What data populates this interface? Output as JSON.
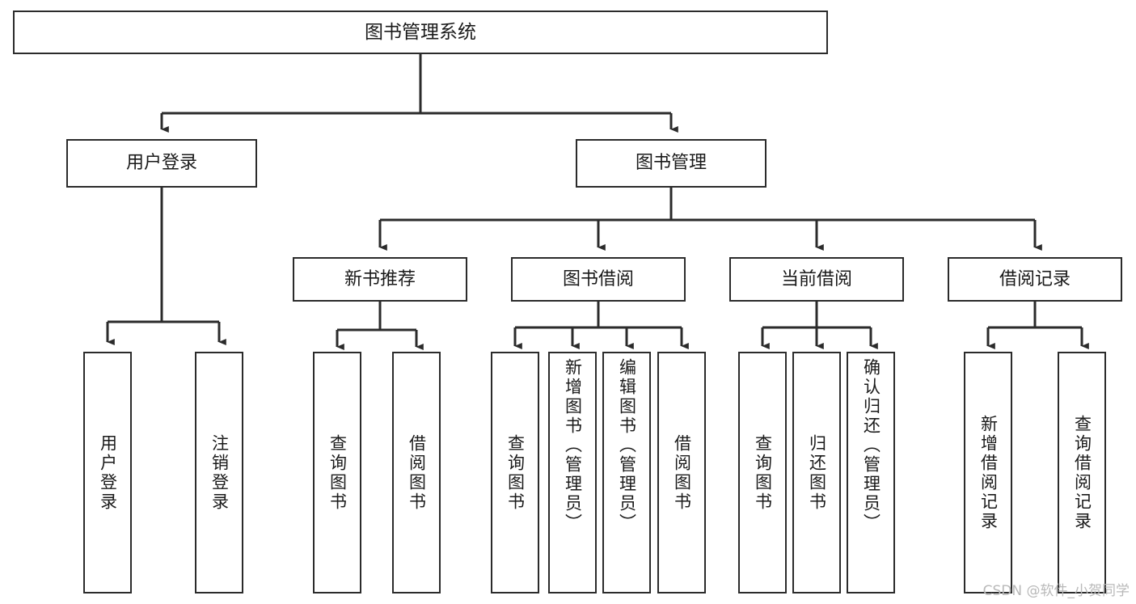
{
  "diagram": {
    "title": "图书管理系统",
    "type": "tree",
    "watermark": "CSDN @软件_小贺同学",
    "colors": {
      "stroke": "#2b2b2b",
      "fill": "#ffffff",
      "text": "#1a1a1a",
      "watermark": "#b9b9b9"
    },
    "nodes": {
      "root": {
        "label": "图书管理系统"
      },
      "level2": [
        {
          "id": "user-login",
          "label": "用户登录"
        },
        {
          "id": "book-manage",
          "label": "图书管理"
        }
      ],
      "level3": [
        {
          "id": "new-book-rec",
          "label": "新书推荐"
        },
        {
          "id": "book-borrow",
          "label": "图书借阅"
        },
        {
          "id": "current-borrow",
          "label": "当前借阅"
        },
        {
          "id": "borrow-record",
          "label": "借阅记录"
        }
      ],
      "leaves": {
        "user_login": [
          {
            "id": "leaf-user-login",
            "label": "用户登录"
          },
          {
            "id": "leaf-logout",
            "label": "注销登录"
          }
        ],
        "new_book_rec": [
          {
            "id": "leaf-query-book-1",
            "label": "查询图书"
          },
          {
            "id": "leaf-borrow-book-1",
            "label": "借阅图书"
          }
        ],
        "book_borrow": [
          {
            "id": "leaf-query-book-2",
            "label": "查询图书"
          },
          {
            "id": "leaf-add-book",
            "label": "新增图书（管理员）"
          },
          {
            "id": "leaf-edit-book",
            "label": "编辑图书（管理员）"
          },
          {
            "id": "leaf-borrow-book-2",
            "label": "借阅图书"
          }
        ],
        "current_borrow": [
          {
            "id": "leaf-query-book-3",
            "label": "查询图书"
          },
          {
            "id": "leaf-return-book",
            "label": "归还图书"
          },
          {
            "id": "leaf-confirm-return",
            "label": "确认归还（管理员）"
          }
        ],
        "borrow_record": [
          {
            "id": "leaf-add-record",
            "label": "新增借阅记录"
          },
          {
            "id": "leaf-query-record",
            "label": "查询借阅记录"
          }
        ]
      }
    }
  }
}
